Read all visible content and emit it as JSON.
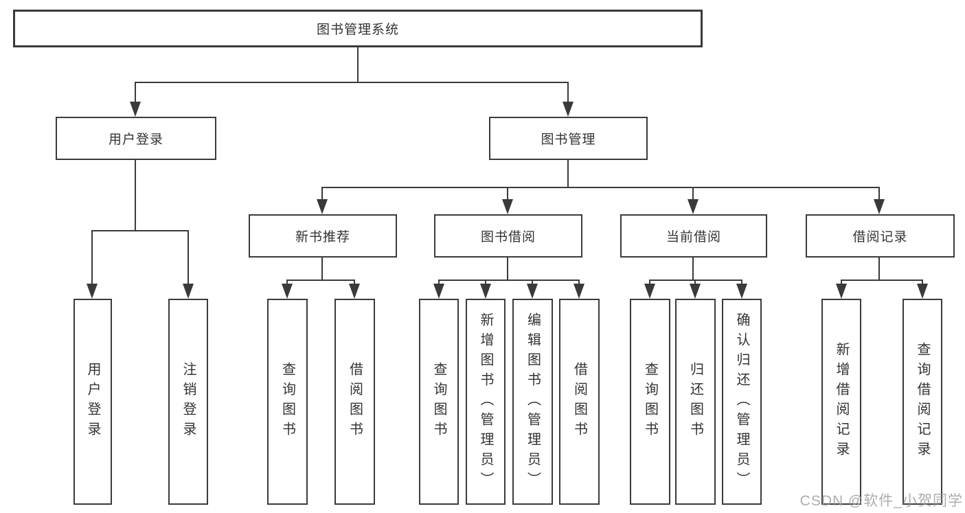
{
  "diagram": {
    "type": "tree-diagram",
    "nodes": {
      "root": {
        "label": "图书管理系统"
      },
      "user_login": {
        "label": "用户登录"
      },
      "book_mgmt": {
        "label": "图书管理"
      },
      "new_book": {
        "label": "新书推荐"
      },
      "borrow": {
        "label": "图书借阅"
      },
      "current": {
        "label": "当前借阅"
      },
      "record": {
        "label": "借阅记录"
      },
      "ul_login": {
        "label": "用户登录"
      },
      "ul_logout": {
        "label": "注销登录"
      },
      "nb_query": {
        "label": "查询图书"
      },
      "nb_borrow": {
        "label": "借阅图书"
      },
      "bw_query": {
        "label": "查询图书"
      },
      "bw_add": {
        "label": "新增图书（管理员）"
      },
      "bw_edit": {
        "label": "编辑图书（管理员）"
      },
      "bw_borrow": {
        "label": "借阅图书"
      },
      "cu_query": {
        "label": "查询图书"
      },
      "cu_return": {
        "label": "归还图书"
      },
      "cu_confirm": {
        "label": "确认归还（管理员）"
      },
      "rc_add": {
        "label": "新增借阅记录"
      },
      "rc_query": {
        "label": "查询借阅记录"
      }
    },
    "hierarchy": {
      "root": [
        "user_login",
        "book_mgmt"
      ],
      "user_login": [
        "ul_login",
        "ul_logout"
      ],
      "book_mgmt": [
        "new_book",
        "borrow",
        "current",
        "record"
      ],
      "new_book": [
        "nb_query",
        "nb_borrow"
      ],
      "borrow": [
        "bw_query",
        "bw_add",
        "bw_edit",
        "bw_borrow"
      ],
      "current": [
        "cu_query",
        "cu_return",
        "cu_confirm"
      ],
      "record": [
        "rc_add",
        "rc_query"
      ]
    },
    "colors": {
      "line": "#3a3a3a",
      "box_border": "#3a3a3a",
      "box_fill": "#ffffff",
      "text": "#333333",
      "watermark": "#9e9e9e"
    },
    "watermark": {
      "text": "CSDN @软件_小贺同学"
    }
  }
}
